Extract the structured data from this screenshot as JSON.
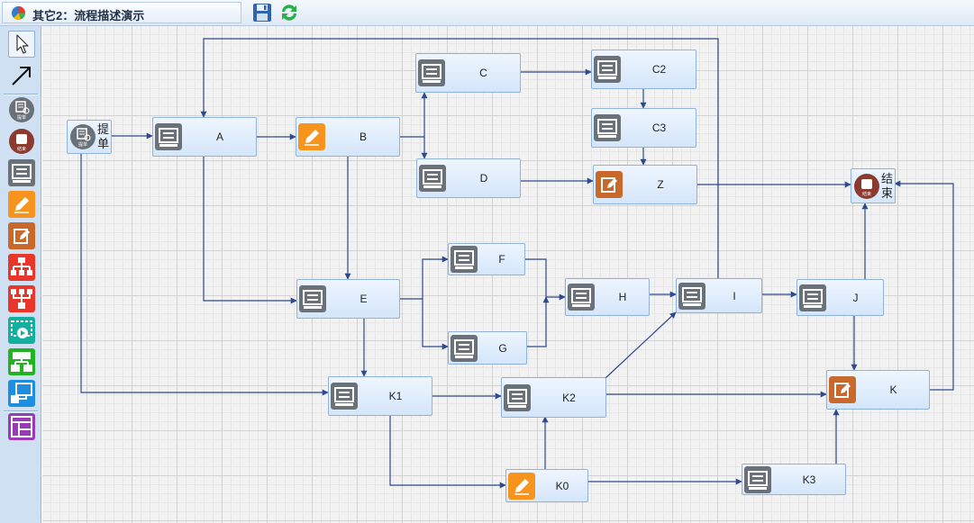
{
  "window": {
    "title": "其它2：流程描述演示",
    "icons": {
      "app": "pie-chart-icon",
      "save": "save-icon",
      "refresh": "refresh-icon"
    }
  },
  "toolbox": {
    "tools": [
      {
        "name": "pointer",
        "icon": "cursor-arrow-icon"
      },
      {
        "name": "connector",
        "icon": "diagonal-arrow-icon"
      },
      {
        "name": "start-node",
        "icon": "submit-form-icon",
        "color": "#6a7178"
      },
      {
        "name": "end-node",
        "icon": "stop-icon",
        "color": "#8a3a2e"
      },
      {
        "name": "task-node",
        "icon": "monitor-icon",
        "color": "#6a7178"
      },
      {
        "name": "edit-node",
        "icon": "pencil-icon",
        "color": "#f7941d"
      },
      {
        "name": "review-node",
        "icon": "note-pencil-icon",
        "color": "#c8692b"
      },
      {
        "name": "fork-node",
        "icon": "org-chart-icon",
        "color": "#e8372a"
      },
      {
        "name": "join-node",
        "icon": "merge-icon",
        "color": "#e8372a"
      },
      {
        "name": "subflow-node",
        "icon": "play-screen-icon",
        "color": "#13b0a0"
      },
      {
        "name": "group-node",
        "icon": "hierarchy-icon",
        "color": "#22b222"
      },
      {
        "name": "transfer-node",
        "icon": "screen-arrow-icon",
        "color": "#1e8fe0"
      },
      {
        "name": "layout-node",
        "icon": "layout-icon",
        "color": "#9b3ab6"
      }
    ]
  },
  "colors": {
    "line": "#2e4a8c",
    "node_border": "#8fb3dc",
    "task": "#6a7178",
    "edit": "#f7941d",
    "review": "#c8692b",
    "end": "#8a3a2e"
  },
  "nodes": {
    "start": {
      "label": "提单",
      "line1": "提",
      "line2": "单",
      "icon": "submit-form-icon",
      "badge": "提单"
    },
    "A": {
      "label": "A",
      "icon": "monitor-icon"
    },
    "B": {
      "label": "B",
      "icon": "pencil-icon"
    },
    "C": {
      "label": "C",
      "icon": "monitor-icon"
    },
    "C2": {
      "label": "C2",
      "icon": "monitor-icon"
    },
    "C3": {
      "label": "C3",
      "icon": "monitor-icon"
    },
    "D": {
      "label": "D",
      "icon": "monitor-icon"
    },
    "Z": {
      "label": "Z",
      "icon": "note-pencil-icon"
    },
    "end": {
      "label": "结束",
      "line1": "结",
      "line2": "束",
      "icon": "stop-icon",
      "badge": "结束"
    },
    "E": {
      "label": "E",
      "icon": "monitor-icon"
    },
    "F": {
      "label": "F",
      "icon": "monitor-icon"
    },
    "G": {
      "label": "G",
      "icon": "monitor-icon"
    },
    "H": {
      "label": "H",
      "icon": "monitor-icon"
    },
    "I": {
      "label": "I",
      "icon": "monitor-icon"
    },
    "J": {
      "label": "J",
      "icon": "monitor-icon"
    },
    "K": {
      "label": "K",
      "icon": "note-pencil-icon"
    },
    "K1": {
      "label": "K1",
      "icon": "monitor-icon"
    },
    "K2": {
      "label": "K2",
      "icon": "monitor-icon"
    },
    "K0": {
      "label": "K0",
      "icon": "pencil-icon"
    },
    "K3": {
      "label": "K3",
      "icon": "monitor-icon"
    }
  }
}
